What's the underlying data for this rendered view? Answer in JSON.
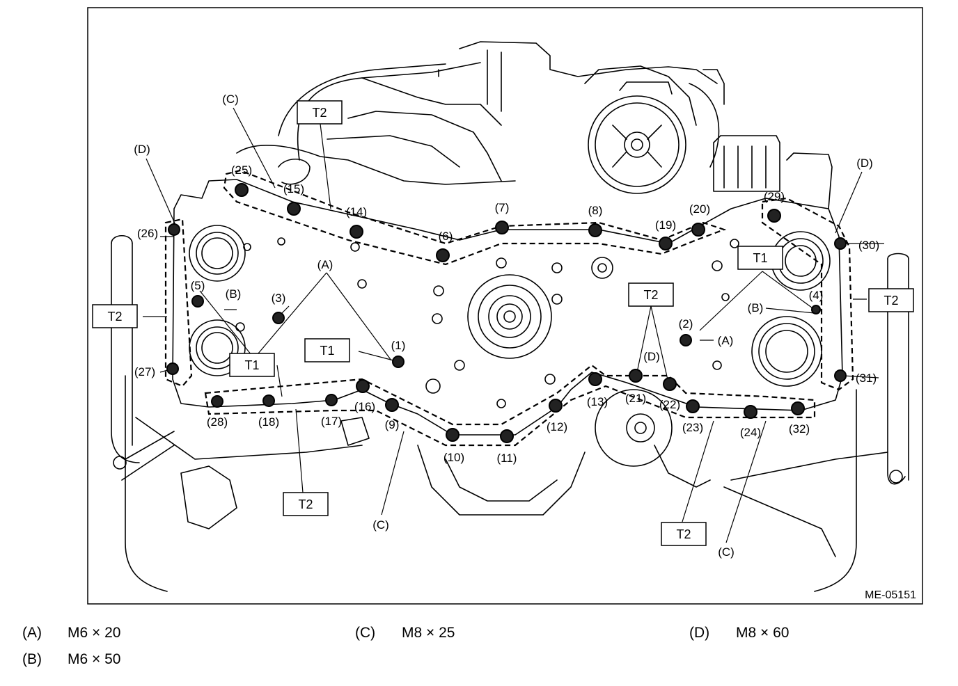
{
  "figure_id": "ME-05151",
  "torque_labels": {
    "t1": "T1",
    "t2": "T2"
  },
  "bolt_callouts": [
    "(1)",
    "(2)",
    "(3)",
    "(4)",
    "(5)",
    "(6)",
    "(7)",
    "(8)",
    "(9)",
    "(10)",
    "(11)",
    "(12)",
    "(13)",
    "(14)",
    "(15)",
    "(16)",
    "(17)",
    "(18)",
    "(19)",
    "(20)",
    "(21)",
    "(22)",
    "(23)",
    "(24)",
    "(25)",
    "(26)",
    "(27)",
    "(28)",
    "(29)",
    "(30)",
    "(31)",
    "(32)"
  ],
  "type_callouts": {
    "a": "(A)",
    "b": "(B)",
    "c": "(C)",
    "d": "(D)"
  },
  "legend": [
    {
      "key": "(A)",
      "value": "M6 × 20"
    },
    {
      "key": "(B)",
      "value": "M6 × 50"
    },
    {
      "key": "(C)",
      "value": "M8 × 25"
    },
    {
      "key": "(D)",
      "value": "M8 × 60"
    }
  ],
  "colors": {
    "line": "#000000",
    "background": "#ffffff"
  }
}
